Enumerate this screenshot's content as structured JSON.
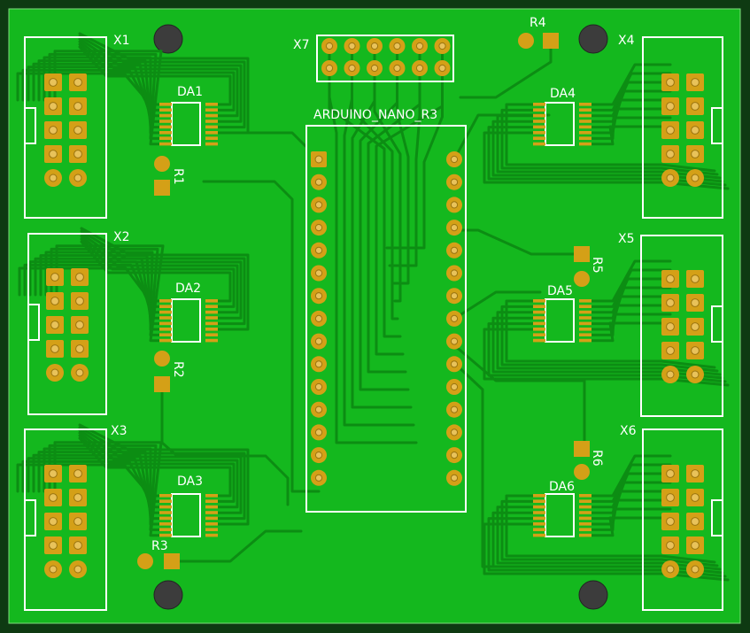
{
  "colors": {
    "background": "#0e3a12",
    "board": "#14b81e",
    "trace": "#0d8f14",
    "pad": "#d4a017",
    "pad_hole": "#e8c25a",
    "silk": "#ffffff",
    "mount_hole": "#3a3a3a"
  },
  "labels": {
    "x1": "X1",
    "x2": "X2",
    "x3": "X3",
    "x4": "X4",
    "x5": "X5",
    "x6": "X6",
    "x7": "X7",
    "da1": "DA1",
    "da2": "DA2",
    "da3": "DA3",
    "da4": "DA4",
    "da5": "DA5",
    "da6": "DA6",
    "r1": "R1",
    "r2": "R2",
    "r3": "R3",
    "r4": "R4",
    "r5": "R5",
    "r6": "R6",
    "arduino": "ARDUINO_NANO_R3"
  }
}
